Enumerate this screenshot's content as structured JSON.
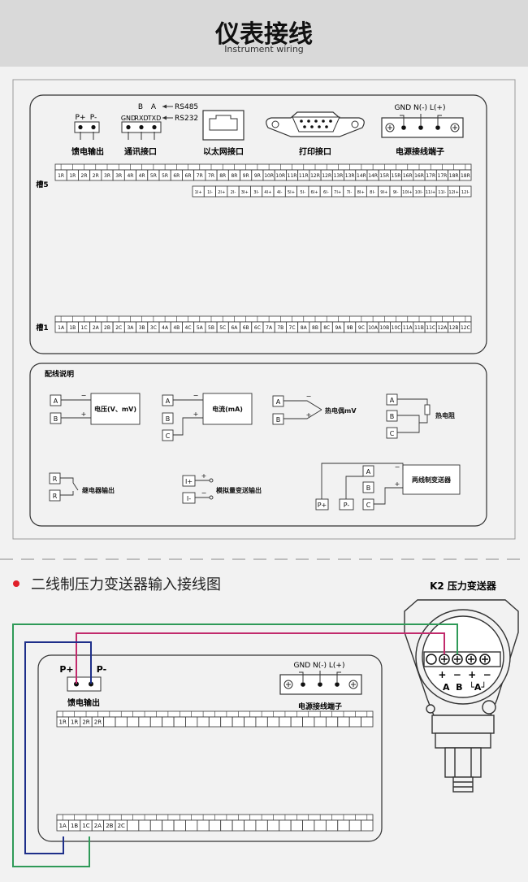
{
  "header": {
    "title": "仪表接线",
    "subtitle": "Instrument wiring"
  },
  "panel": {
    "rs485": "RS485",
    "rs232": "RS232",
    "b": "B",
    "a": "A",
    "feed_pins": [
      "P+",
      "P-"
    ],
    "comm_pins": [
      "GND",
      "RXD",
      "TXD"
    ],
    "power_pins": "GND N(-) L(+)",
    "labels": {
      "feed": "馈电输出",
      "comm": "通讯接口",
      "eth": "以太网接口",
      "print": "打印接口",
      "power": "电源接线端子"
    },
    "slot5_label": "槽5",
    "slot1_label": "槽1",
    "slot5_top": [
      "1R",
      "1R",
      "2R",
      "2R",
      "3R",
      "3R",
      "4R",
      "4R",
      "5R",
      "5R",
      "6R",
      "6R",
      "7R",
      "7R",
      "8R",
      "8R",
      "9R",
      "9R",
      "10R",
      "10R",
      "11R",
      "11R",
      "12R",
      "12R",
      "13R",
      "13R",
      "14R",
      "14R",
      "15R",
      "15R",
      "16R",
      "16R",
      "17R",
      "17R",
      "18R",
      "18R"
    ],
    "slot5_bottom": [
      "1I+",
      "1I-",
      "2I+",
      "2I-",
      "3I+",
      "3I-",
      "4I+",
      "4I-",
      "5I+",
      "5I-",
      "6I+",
      "6I-",
      "7I+",
      "7I-",
      "8I+",
      "8I-",
      "9I+",
      "9I-",
      "10I+",
      "10I-",
      "11I+",
      "11I-",
      "12I+",
      "12I-"
    ],
    "slot1": [
      "1A",
      "1B",
      "1C",
      "2A",
      "2B",
      "2C",
      "3A",
      "3B",
      "3C",
      "4A",
      "4B",
      "4C",
      "5A",
      "5B",
      "5C",
      "6A",
      "6B",
      "6C",
      "7A",
      "7B",
      "7C",
      "8A",
      "8B",
      "8C",
      "9A",
      "9B",
      "9C",
      "10A",
      "10B",
      "10C",
      "11A",
      "11B",
      "11C",
      "12A",
      "12B",
      "12C"
    ]
  },
  "legend": {
    "title": "配线说明",
    "voltage": "电压(V、mV)",
    "current": "电流(mA)",
    "thermocouple": "热电偶mV",
    "rtd": "热电阻",
    "relay": "继电器输出",
    "analog": "模拟量变送输出",
    "twowire": "两线制变送器",
    "t_A": "A",
    "t_B": "B",
    "t_C": "C",
    "t_R": "R",
    "t_Ip": "I+",
    "t_Im": "I-",
    "t_Pp": "P+",
    "t_Pm": "P-",
    "plus": "+",
    "minus": "−"
  },
  "section2": {
    "title": "二线制压力变送器输入接线图",
    "sensor_label": "K2 压力变送器",
    "feed_pins": [
      "P+",
      "P-"
    ],
    "feed_label": "馈电输出",
    "power_pins": "GND N(-) L(+)",
    "power_label": "电源接线端子",
    "row_top": [
      "1R",
      "1R",
      "2R",
      "2R"
    ],
    "row_bottom": [
      "1A",
      "1B",
      "1C",
      "2A",
      "2B",
      "2C"
    ],
    "sensor_signs": "+  −  +  −",
    "sensor_terms": "A  B  └A┘"
  },
  "colors": {
    "bullet": "#e0202a",
    "wire_green": "#2f9a58",
    "wire_magenta": "#c22a6c",
    "wire_navy": "#1e2f8a",
    "banner": "#d9d9d9"
  }
}
